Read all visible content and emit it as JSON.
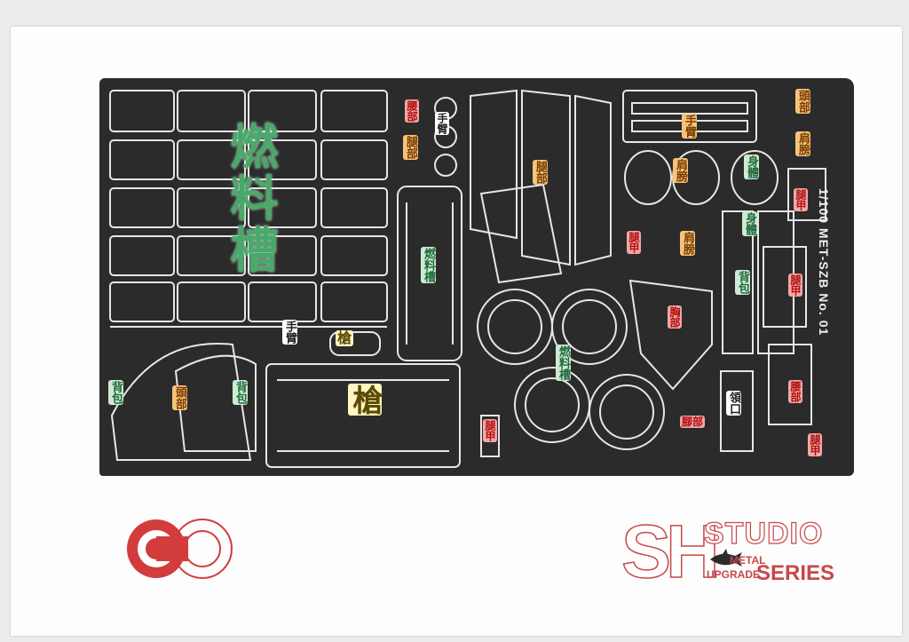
{
  "sheet": {
    "code": "1/100 MET-SZB No. 01",
    "labels": {
      "fuel_tank": "燃料槽",
      "hand_arm": "手臂",
      "leg": "腿部",
      "head": "頭部",
      "shoulder": "肩膀",
      "body": "身體",
      "backpack": "背包",
      "spear": "槍",
      "waist": "腰部",
      "chest": "胸部",
      "collar": "領口",
      "leg_armor": "腿甲",
      "foot": "腳部"
    }
  },
  "branding": {
    "logo_left": "CO",
    "brand_sh": "SH",
    "brand_studio": "STUDIO",
    "brand_metal": "METAL",
    "brand_upgrade": "UPGRADE",
    "brand_series": "SERIES"
  },
  "colors": {
    "sheet_bg": "#2b2b2b",
    "part_stroke": "#e6e6e6",
    "label_orange": "#f5c47a",
    "label_green": "#cfe9d3",
    "label_red": "#f2a6a6",
    "brand_red": "#c8474a"
  }
}
